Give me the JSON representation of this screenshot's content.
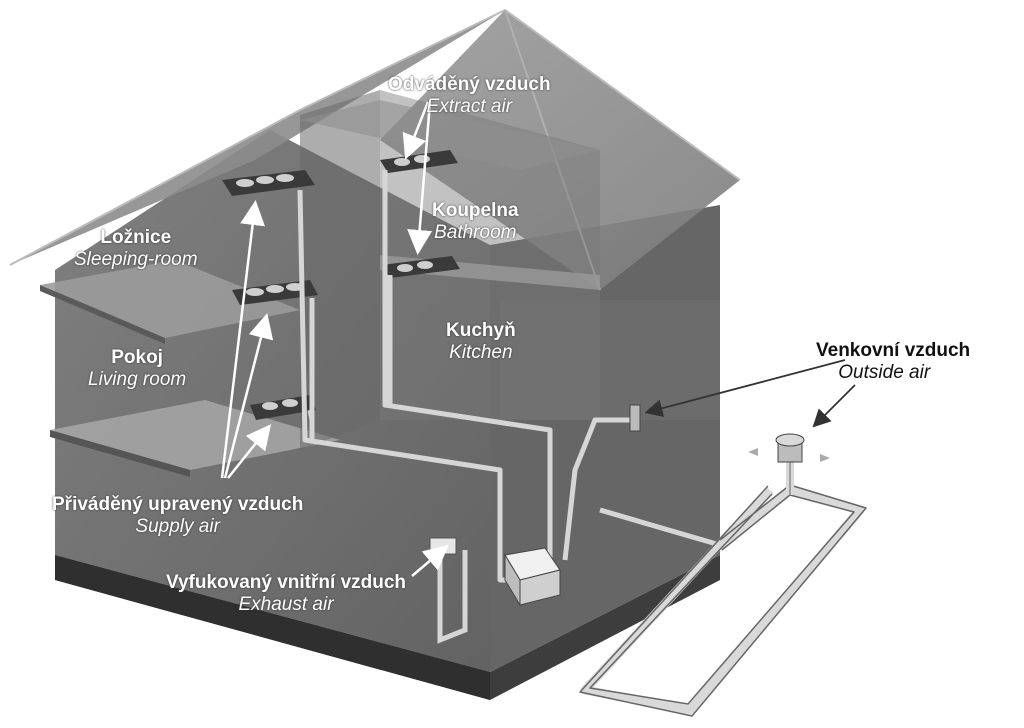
{
  "labels": {
    "extract": {
      "cz": "Odváděný vzduch",
      "en": "Extract air"
    },
    "bathroom": {
      "cz": "Koupelna",
      "en": "Bathroom"
    },
    "bedroom": {
      "cz": "Ložnice",
      "en": "Sleeping-room"
    },
    "kitchen": {
      "cz": "Kuchyň",
      "en": "Kitchen"
    },
    "living": {
      "cz": "Pokoj",
      "en": "Living room"
    },
    "outside": {
      "cz": "Venkovní vzduch",
      "en": "Outside air"
    },
    "supply": {
      "cz": "Přiváděný upravený vzduch",
      "en": "Supply air"
    },
    "exhaust": {
      "cz": "Vyfukovaný vnitřní vzduch",
      "en": "Exhaust air"
    }
  },
  "colors": {
    "house_wall": "#6e6e6e",
    "house_dark": "#4a4a4a",
    "roof": "#8a8a8a",
    "pipe": "#d9d9d9",
    "arrow": "#ffffff",
    "outside_arrow": "#333333"
  }
}
